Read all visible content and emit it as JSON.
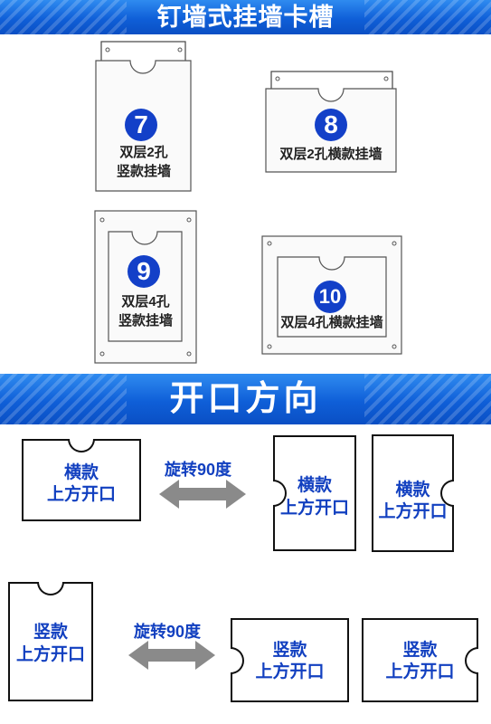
{
  "header": {
    "title": "钉墙式挂墙卡槽"
  },
  "products": [
    {
      "number": "7",
      "line1": "双层2孔",
      "line2": "竖款挂墙"
    },
    {
      "number": "8",
      "line1": "双层2孔横款挂墙",
      "line2": ""
    },
    {
      "number": "9",
      "line1": "双层4孔",
      "line2": "竖款挂墙"
    },
    {
      "number": "10",
      "line1": "双层4孔横款挂墙",
      "line2": ""
    }
  ],
  "section2": {
    "title": "开口方向"
  },
  "rotate_label": "旋转90度",
  "row1": {
    "source": {
      "line1": "横款",
      "line2": "上方开口"
    },
    "result_a": {
      "line1": "横款",
      "line2": "上方开口"
    },
    "result_b": {
      "line1": "横款",
      "line2": "上方开口"
    }
  },
  "row2": {
    "source": {
      "line1": "竖款",
      "line2": "上方开口"
    },
    "result_a": {
      "line1": "竖款",
      "line2": "上方开口"
    },
    "result_b": {
      "line1": "竖款",
      "line2": "上方开口"
    }
  },
  "colors": {
    "banner": "#0f5fd8",
    "number_badge": "#1340c8",
    "card_text": "#1240c0",
    "arrow": "#8a8a8a"
  }
}
